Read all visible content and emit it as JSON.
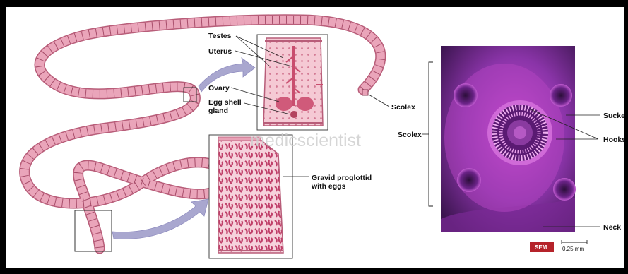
{
  "labels": {
    "testes": "Testes",
    "uterus": "Uterus",
    "ovary": "Ovary",
    "egg_shell_gland_1": "Egg shell",
    "egg_shell_gland_2": "gland",
    "scolex_worm": "Scolex",
    "gravid_1": "Gravid proglottid",
    "gravid_2": "with eggs",
    "scolex_sem": "Scolex",
    "sucker": "Sucker",
    "hooks": "Hooks",
    "neck": "Neck",
    "sem_badge": "SEM",
    "scale": "0.25 mm"
  },
  "watermark": "medicscientist",
  "colors": {
    "frame": "#000000",
    "background": "#ffffff",
    "worm_fill": "#e9a2b7",
    "worm_stroke": "#b85d79",
    "segment_line": "#a74d6a",
    "inset_fill": "#f4c3cf",
    "uterus": "#c94d6e",
    "arrow": "#a9a7cf",
    "sem_purple": "#9b3bb0",
    "sem_badge": "#b5232a"
  },
  "icons": {
    "arrow_1": "curved-arrow-icon",
    "arrow_2": "curved-arrow-icon"
  }
}
